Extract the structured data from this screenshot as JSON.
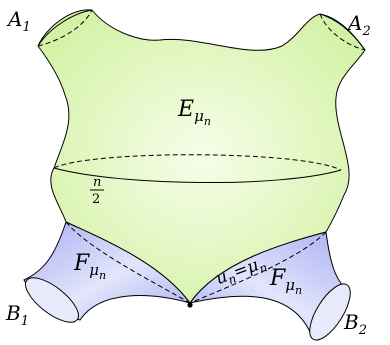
{
  "labels": {
    "a1": "A",
    "a1_sub": "1",
    "a2": "A",
    "a2_sub": "2",
    "e": "E",
    "e_sub": "μ",
    "e_subsub": "n",
    "f_left": "F",
    "f_left_sub": "μ",
    "f_left_subsub": "n",
    "f_right": "F",
    "f_right_sub": "μ",
    "f_right_subsub": "n",
    "b1": "B",
    "b1_sub": "1",
    "b2": "B",
    "b2_sub": "2",
    "frac_num": "n",
    "frac_den": "2",
    "eq_lhs": "u",
    "eq_lhs_sub": "n",
    "eq_sign": "=",
    "eq_rhs": "μ",
    "eq_rhs_sub": "n"
  },
  "colors": {
    "upper_surface": "#d4f2a6",
    "upper_surface_light": "#f6fde9",
    "lower_surface": "#a9aef2",
    "lower_surface_light": "#e2e5fb",
    "outline": "#000000"
  }
}
